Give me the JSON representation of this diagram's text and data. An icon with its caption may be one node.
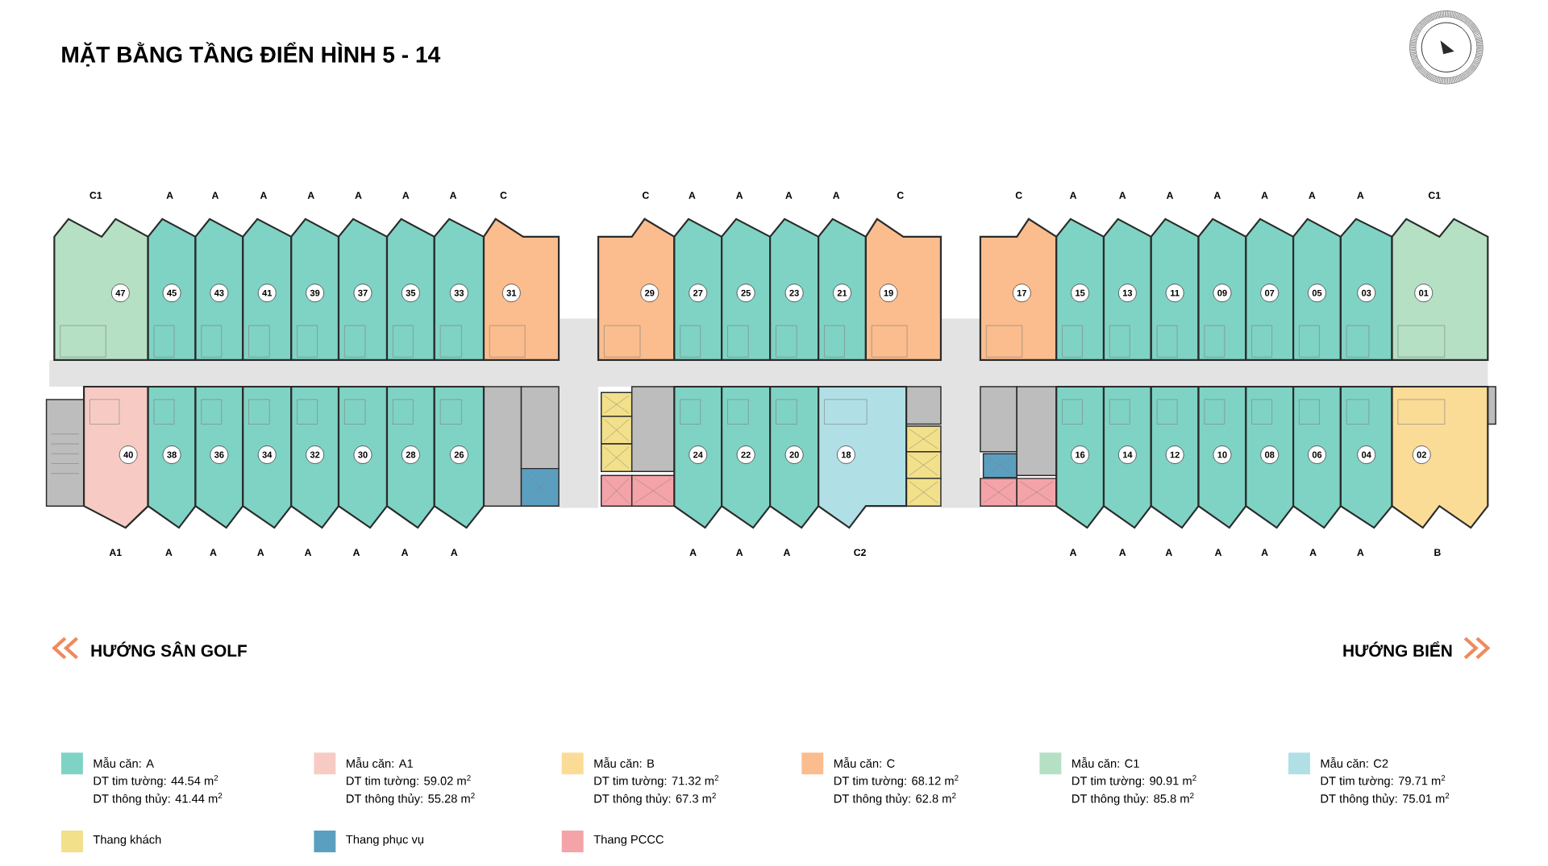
{
  "diagram": {
    "title": "MẶT BẰNG TẦNG ĐIỂN HÌNH 5 - 14",
    "nodes": [
      {
        "text": [
          "47"
        ],
        "beside": [
          "C1"
        ]
      },
      {
        "text": [
          "45"
        ],
        "beside": [
          "A"
        ]
      },
      {
        "text": [
          "43"
        ],
        "beside": [
          "A"
        ]
      },
      {
        "text": [
          "41"
        ],
        "beside": [
          "A"
        ]
      },
      {
        "text": [
          "39"
        ],
        "beside": [
          "A"
        ]
      },
      {
        "text": [
          "37"
        ],
        "beside": [
          "A"
        ]
      },
      {
        "text": [
          "35"
        ],
        "beside": [
          "A"
        ]
      },
      {
        "text": [
          "33"
        ],
        "beside": [
          "A"
        ]
      },
      {
        "text": [
          "31"
        ],
        "beside": [
          "C"
        ]
      },
      {
        "text": [
          "29"
        ],
        "beside": [
          "C"
        ]
      },
      {
        "text": [
          "27"
        ],
        "beside": [
          "A"
        ]
      },
      {
        "text": [
          "25"
        ],
        "beside": [
          "A"
        ]
      },
      {
        "text": [
          "23"
        ],
        "beside": [
          "A"
        ]
      },
      {
        "text": [
          "21"
        ],
        "beside": [
          "A"
        ]
      },
      {
        "text": [
          "19"
        ],
        "beside": [
          "C"
        ]
      },
      {
        "text": [
          "17"
        ],
        "beside": [
          "C"
        ]
      },
      {
        "text": [
          "15"
        ],
        "beside": [
          "A"
        ]
      },
      {
        "text": [
          "13"
        ],
        "beside": [
          "A"
        ]
      },
      {
        "text": [
          "11"
        ],
        "beside": [
          "A"
        ]
      },
      {
        "text": [
          "09"
        ],
        "beside": [
          "A"
        ]
      },
      {
        "text": [
          "07"
        ],
        "beside": [
          "A"
        ]
      },
      {
        "text": [
          "05"
        ],
        "beside": [
          "A"
        ]
      },
      {
        "text": [
          "03"
        ],
        "beside": [
          "A"
        ]
      },
      {
        "text": [
          "01"
        ],
        "beside": [
          "C1"
        ]
      },
      {
        "text": [
          "40"
        ],
        "beside": [
          "A1"
        ]
      },
      {
        "text": [
          "38"
        ],
        "beside": [
          "A"
        ]
      },
      {
        "text": [
          "36"
        ],
        "beside": [
          "A"
        ]
      },
      {
        "text": [
          "34"
        ],
        "beside": [
          "A"
        ]
      },
      {
        "text": [
          "32"
        ],
        "beside": [
          "A"
        ]
      },
      {
        "text": [
          "30"
        ],
        "beside": [
          "A"
        ]
      },
      {
        "text": [
          "28"
        ],
        "beside": [
          "A"
        ]
      },
      {
        "text": [
          "26"
        ],
        "beside": [
          "A"
        ]
      },
      {
        "text": [
          "24"
        ],
        "beside": [
          "A"
        ]
      },
      {
        "text": [
          "22"
        ],
        "beside": [
          "A"
        ]
      },
      {
        "text": [
          "20"
        ],
        "beside": [
          "A"
        ]
      },
      {
        "text": [
          "18"
        ],
        "beside": [
          "C2"
        ]
      },
      {
        "text": [
          "16"
        ],
        "beside": [
          "A"
        ]
      },
      {
        "text": [
          "14"
        ],
        "beside": [
          "A"
        ]
      },
      {
        "text": [
          "12"
        ],
        "beside": [
          "A"
        ]
      },
      {
        "text": [
          "10"
        ],
        "beside": [
          "A"
        ]
      },
      {
        "text": [
          "08"
        ],
        "beside": [
          "A"
        ]
      },
      {
        "text": [
          "06"
        ],
        "beside": [
          "A"
        ]
      },
      {
        "text": [
          "04"
        ],
        "beside": [
          "A"
        ]
      },
      {
        "text": [
          "02"
        ],
        "beside": [
          "B"
        ]
      }
    ],
    "labels": [
      "HƯỚNG SÂN GOLF",
      "HƯỚNG BIỂN",
      "DT tim tường: 44.54 m$^{2}$",
      "DT thông thủy: 41.44 m$^{2}$",
      "DT tim tường: 59.02 m$^{2}$",
      "DT thông thủy: 55.28 m$^{2}$",
      "DT tim tường: 71.32 m$^{2}$",
      "DT thông thủy: 67.3 m$^{2}$",
      "DT tim tường: 68.12 m$^{2}$",
      "DT thông thủy: 62.8 m$^{2}$",
      "DT tim tường: 90.91 m$^{2}$",
      "DT thông thủy: 85.8 m$^{2}$",
      "DT tim tường: 79.71 m$^{2}$",
      "DT thông thủy: 75.01 m$^{2}$"
    ],
    "legend": [
      {
        "text": "Mẫu căn: A",
        "color": "#7fd3c4"
      },
      {
        "text": "Mẫu căn: A1",
        "color": "#f7cbc4"
      },
      {
        "text": "Mẫu căn: B",
        "color": "#fbdc97"
      },
      {
        "text": "Mẫu căn: C",
        "color": "#fbbd8e"
      },
      {
        "text": "Mẫu căn: C1",
        "color": "#b5e0c4"
      },
      {
        "text": "Mẫu căn: C2",
        "color": "#b0e0e6"
      },
      {
        "text": "Thang khách",
        "color": "#f2e08a"
      },
      {
        "text": "Thang phục vụ",
        "color": "#5b9fc0"
      },
      {
        "text": "Thang PCCC",
        "color": "#f4a3a8"
      }
    ]
  }
}
